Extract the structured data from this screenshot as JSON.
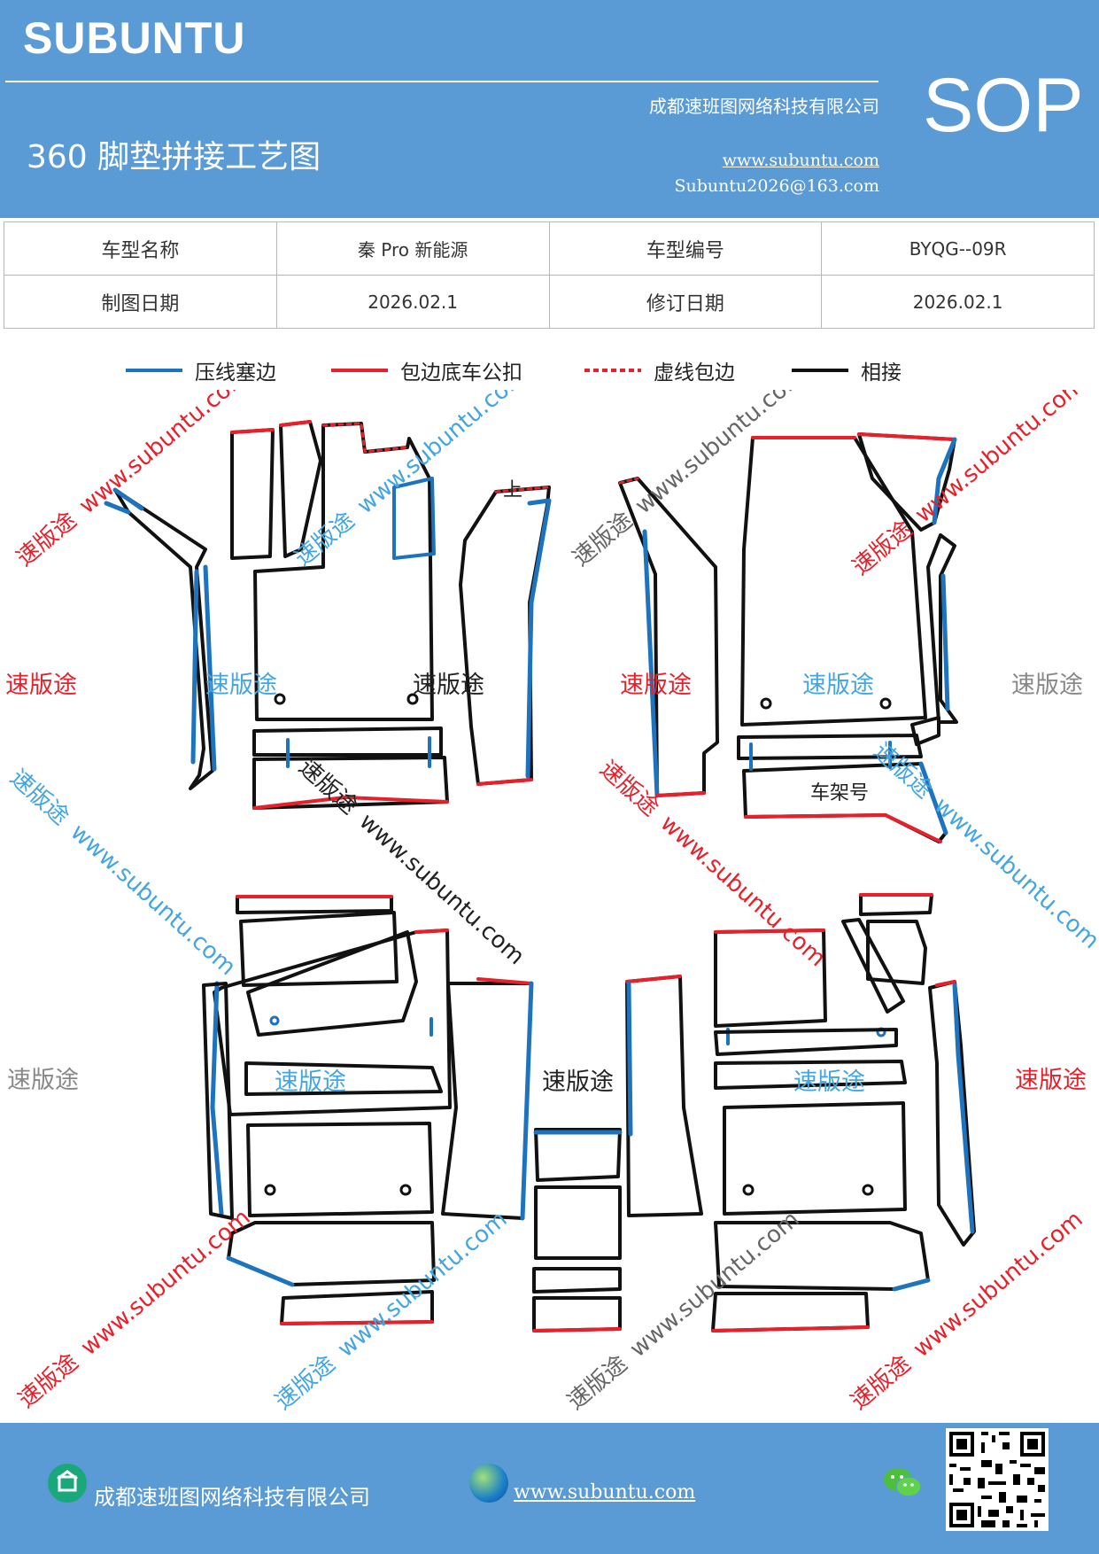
{
  "header": {
    "brand": "SUBUNTU",
    "company": "成都速班图网络科技有限公司",
    "doc_title": "360 脚垫拼接工艺图",
    "website": "www.subuntu.com",
    "email": "Subuntu2026@163.com",
    "badge": "SOP"
  },
  "info": {
    "model_name_label": "车型名称",
    "model_name": "秦 Pro 新能源",
    "model_code_label": "车型编号",
    "model_code": "BYQG--09R",
    "draw_date_label": "制图日期",
    "draw_date": "2026.02.1",
    "revise_date_label": "修订日期",
    "revise_date": "2026.02.1"
  },
  "legend": [
    {
      "label": "压线塞边",
      "color": "#1e73be",
      "style": "solid"
    },
    {
      "label": "包边底车公扣",
      "color": "#e8202a",
      "style": "solid"
    },
    {
      "label": "虚线包边",
      "color": "#e8202a",
      "style": "dotted"
    },
    {
      "label": "相接",
      "color": "#111111",
      "style": "solid"
    }
  ],
  "diagram": {
    "watermark_text": "速版途",
    "watermark_url": "www.subuntu.com",
    "mark_up": "上",
    "frame_number": "车架号",
    "colors": {
      "blue": "#1e73be",
      "red": "#e8202a",
      "black": "#111111",
      "wm_red": "#e8202a",
      "wm_blue": "#43a6e0",
      "wm_gray": "#888888"
    }
  },
  "footer": {
    "company": "成都速班图网络科技有限公司",
    "website": "www.subuntu.com"
  }
}
